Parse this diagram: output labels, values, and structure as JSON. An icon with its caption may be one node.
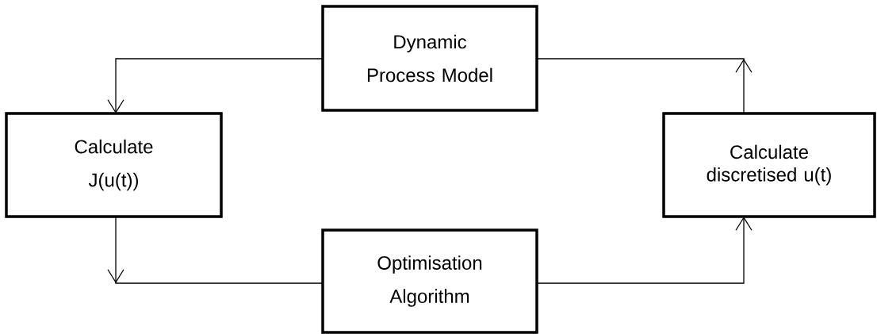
{
  "diagram": {
    "nodes": [
      {
        "text": [
          "Dynamic Process Model"
        ]
      },
      {
        "text": [
          "Calculate J(u(t))"
        ]
      },
      {
        "text": [
          "Calculate discretised u(t)"
        ]
      },
      {
        "text": [
          "Optimisation Algorithm"
        ]
      }
    ],
    "edges": [
      {
        "from": 0,
        "to": 1,
        "arrow": "to"
      },
      {
        "from": 1,
        "to": 3,
        "arrow": "to"
      },
      {
        "from": 3,
        "to": 2,
        "arrow": "to"
      },
      {
        "from": 2,
        "to": 0,
        "arrow": "to"
      }
    ]
  }
}
